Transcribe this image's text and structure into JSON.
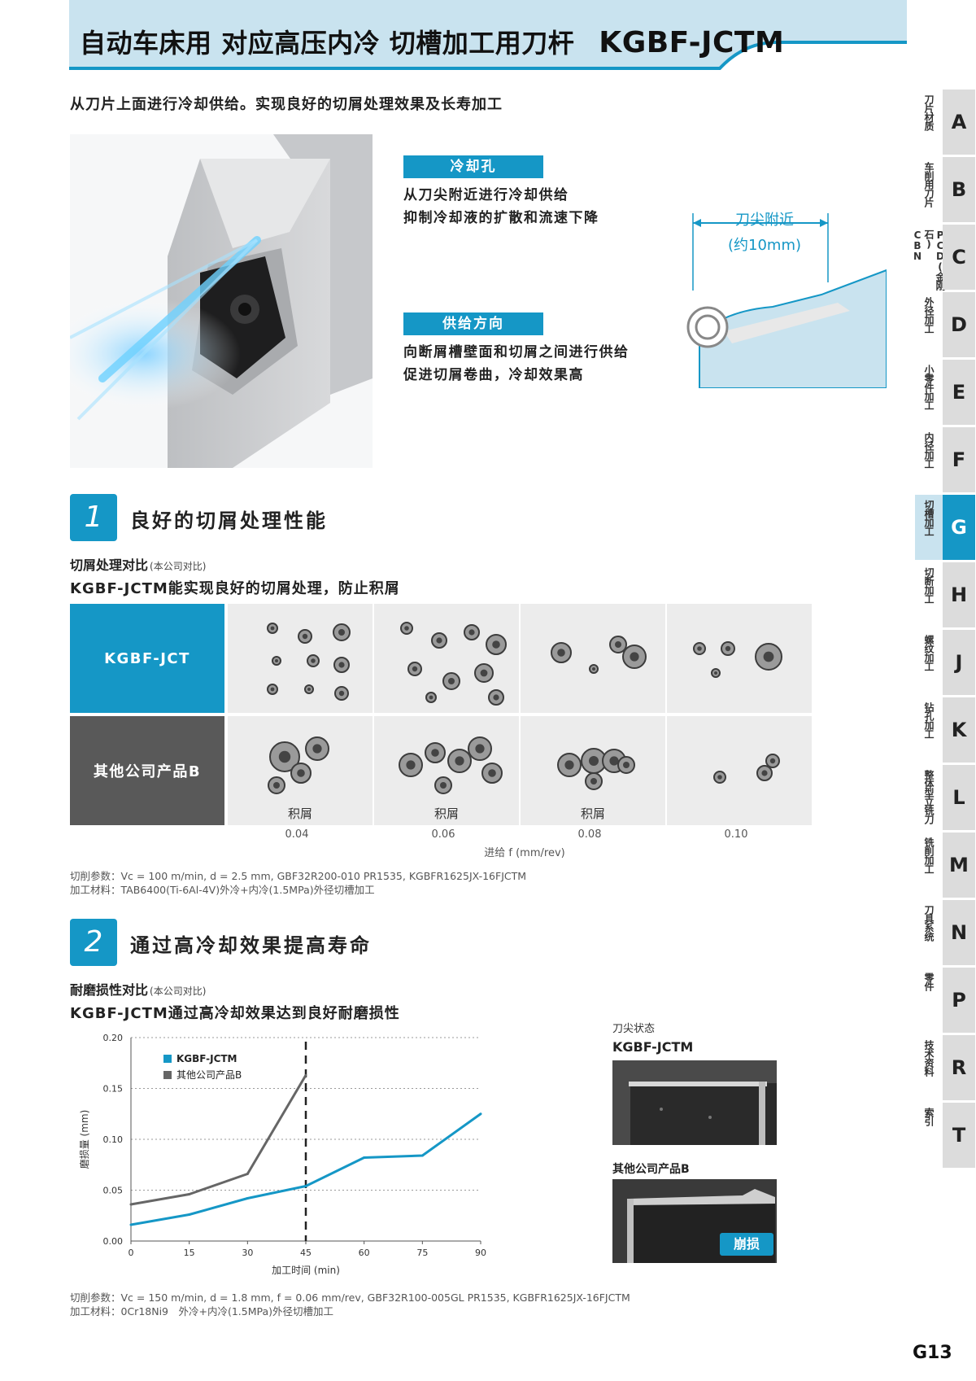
{
  "header": {
    "title": "自动车床用 对应高压内冷 切槽加工用刀杆",
    "code": "KGBF-JCTM"
  },
  "intro": "从刀片上面进行冷却供给。实现良好的切屑处理效果及长寿加工",
  "features": [
    {
      "label": "冷却孔",
      "lines": [
        "从刀尖附近进行冷却供给",
        "抑制冷却液的扩散和流速下降"
      ]
    },
    {
      "label": "供给方向",
      "lines": [
        "向断屑槽壁面和切屑之间进行供给",
        "促进切屑卷曲，冷却效果高"
      ]
    }
  ],
  "diagram": {
    "label_top": "刀尖附近",
    "label_bottom": "(约10mm)"
  },
  "tabs": [
    {
      "letter": "A",
      "text": "刀片材质"
    },
    {
      "letter": "B",
      "text": "车削用刀片"
    },
    {
      "letter": "C",
      "text": "PCD(金刚石) CBN"
    },
    {
      "letter": "D",
      "text": "外径加工"
    },
    {
      "letter": "E",
      "text": "小零件加工"
    },
    {
      "letter": "F",
      "text": "内径加工"
    },
    {
      "letter": "G",
      "text": "切槽加工",
      "active": true
    },
    {
      "letter": "H",
      "text": "切断加工"
    },
    {
      "letter": "J",
      "text": "螺纹加工"
    },
    {
      "letter": "K",
      "text": "钻孔加工"
    },
    {
      "letter": "L",
      "text": "整体型立铣刀"
    },
    {
      "letter": "M",
      "text": "铣削加工"
    },
    {
      "letter": "N",
      "text": "刀具系统"
    },
    {
      "letter": "P",
      "text": "零件"
    },
    {
      "letter": "R",
      "text": "技术资料"
    },
    {
      "letter": "T",
      "text": "索引"
    }
  ],
  "section1": {
    "num": "1",
    "title": "良好的切屑处理性能",
    "sub": "切屑处理对比",
    "sub_small": "(本公司对比)",
    "lead": "KGBF-JCTM能实现良好的切屑处理，防止积屑",
    "rows": [
      "KGBF-JCT",
      "其他公司产品B"
    ],
    "row_b_notes": [
      "积屑",
      "积屑",
      "积屑",
      ""
    ],
    "feeds": [
      "0.04",
      "0.06",
      "0.08",
      "0.10"
    ],
    "feed_axis": "进给 f (mm/rev)",
    "params_1": "切削参数：Vc = 100 m/min, d = 2.5 mm, GBF32R200-010 PR1535, KGBFR1625JX-16FJCTM",
    "params_2": "加工材料：TAB6400(Ti-6Al-4V)外冷+内冷(1.5MPa)外径切槽加工"
  },
  "section2": {
    "num": "2",
    "title": "通过高冷却效果提高寿命",
    "sub": "耐磨损性对比",
    "sub_small": "(本公司对比)",
    "lead": "KGBF-JCTM通过高冷却效果达到良好耐磨损性",
    "edge_title": "刀尖状态",
    "edge_a": "KGBF-JCTM",
    "edge_b": "其他公司产品B",
    "badge": "崩损",
    "params_1": "切削参数：Vc = 150 m/min, d = 1.8 mm, f = 0.06 mm/rev, GBF32R100-005GL PR1535, KGBFR1625JX-16FJCTM",
    "params_2": "加工材料：0Cr18Ni9　外冷+内冷(1.5MPa)外径切槽加工"
  },
  "chart_data": {
    "type": "line",
    "xlabel": "加工时间 (min)",
    "ylabel": "磨损量 (mm)",
    "xlim": [
      0,
      90
    ],
    "ylim": [
      0,
      0.2
    ],
    "xticks": [
      0,
      15,
      30,
      45,
      60,
      75,
      90
    ],
    "yticks": [
      0.0,
      0.05,
      0.1,
      0.15,
      0.2
    ],
    "ytick_labels": [
      "0.00",
      "0.05",
      "0.10",
      "0.15",
      "0.20"
    ],
    "grid": "horizontal-dotted",
    "vline_x": 45,
    "legend": "top-left",
    "series": [
      {
        "name": "KGBF-JCTM",
        "color": "#1597c6",
        "x": [
          0,
          15,
          30,
          45,
          60,
          75,
          90
        ],
        "y": [
          0.016,
          0.026,
          0.042,
          0.054,
          0.082,
          0.084,
          0.125
        ]
      },
      {
        "name": "其他公司产品B",
        "color": "#666666",
        "x": [
          0,
          15,
          30,
          45
        ],
        "y": [
          0.036,
          0.046,
          0.066,
          0.163
        ]
      }
    ]
  },
  "page_number": "G13",
  "colors": {
    "accent": "#1597c6",
    "accent_light": "#c9e3ef",
    "gray_header": "#595959",
    "tab_gray": "#dcdcdc"
  }
}
